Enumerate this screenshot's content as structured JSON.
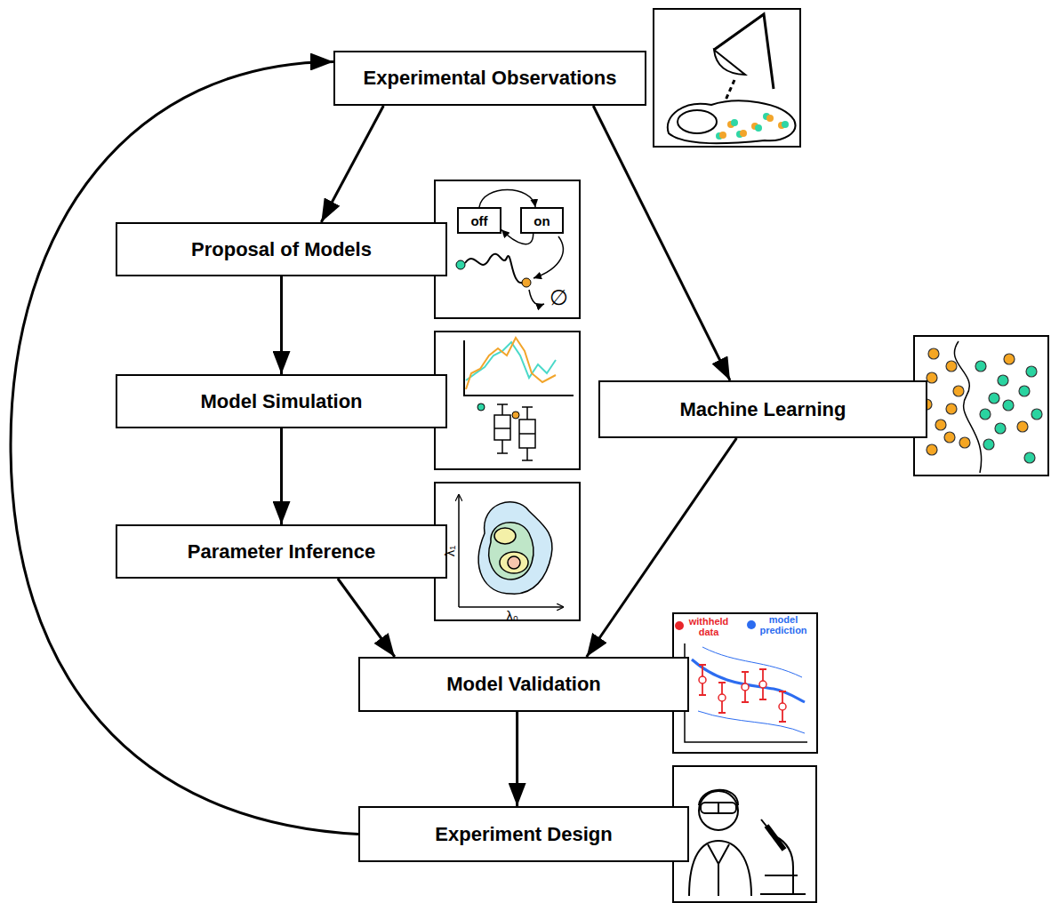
{
  "diagram": {
    "nodes": [
      {
        "text": [
          "Experimental Observations"
        ]
      },
      {
        "text": [
          "Proposal of Models"
        ]
      },
      {
        "text": [
          "off"
        ]
      },
      {
        "text": [
          "on"
        ]
      },
      {
        "text": [
          "Model Simulation"
        ]
      },
      {
        "text": [
          "Parameter Inference"
        ]
      },
      {
        "text": [
          "Machine Learning"
        ]
      },
      {
        "text": [
          "Model Validation"
        ]
      },
      {
        "text": [
          "Experiment Design"
        ]
      }
    ],
    "edges": [
      {
        "from": 0,
        "to": 1,
        "arrow": "to"
      },
      {
        "from": 0,
        "to": 6,
        "arrow": "to"
      },
      {
        "from": 1,
        "to": 4,
        "arrow": "to"
      },
      {
        "from": 2,
        "to": 3,
        "arrow": "to"
      },
      {
        "from": 3,
        "to": 2,
        "arrow": "to"
      },
      {
        "from": 4,
        "to": 5,
        "arrow": "to"
      },
      {
        "from": 5,
        "to": 7,
        "arrow": "to"
      },
      {
        "from": 6,
        "to": 7,
        "arrow": "to"
      },
      {
        "from": 7,
        "to": 8,
        "arrow": "to"
      },
      {
        "from": 8,
        "to": 0,
        "arrow": "to"
      }
    ],
    "labels": [
      "∅",
      "λ₁",
      "λ₀",
      "withheld data",
      "model prediction"
    ]
  }
}
